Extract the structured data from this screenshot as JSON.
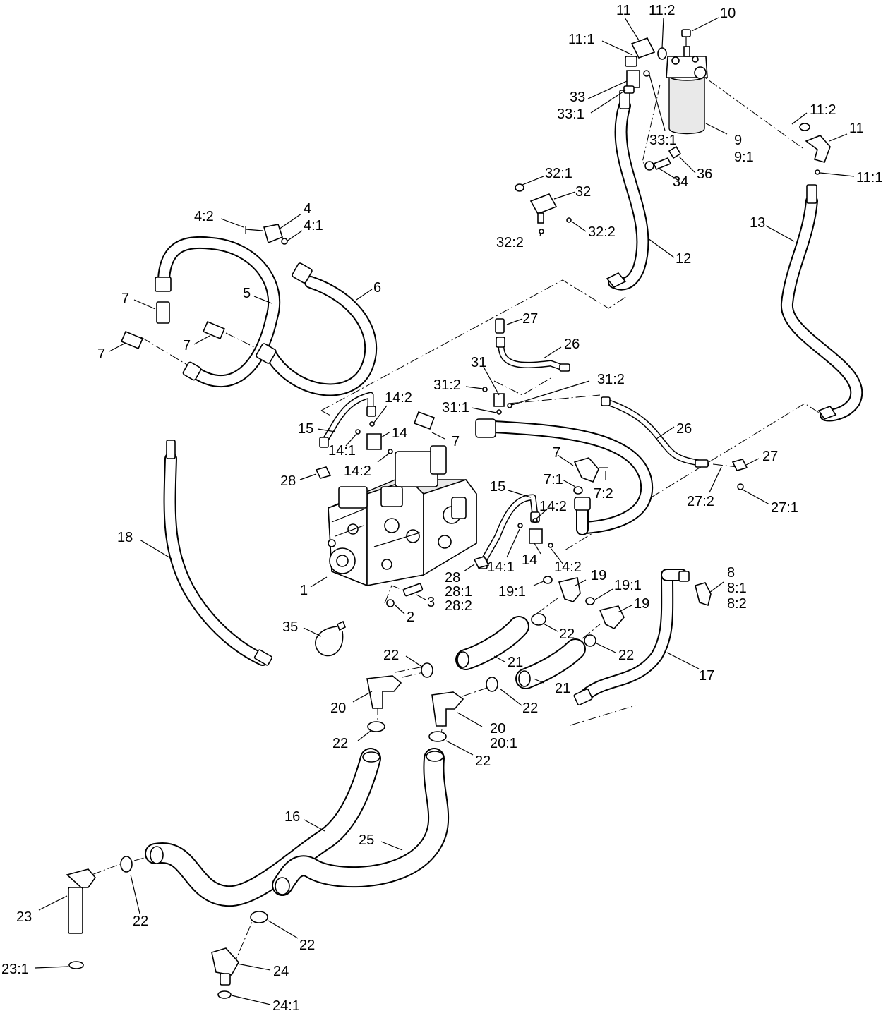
{
  "callouts": [
    {
      "id": "c-11a",
      "text": "11"
    },
    {
      "id": "c-11-2a",
      "text": "11:2"
    },
    {
      "id": "c-10",
      "text": "10"
    },
    {
      "id": "c-11-1a",
      "text": "11:1"
    },
    {
      "id": "c-33",
      "text": "33"
    },
    {
      "id": "c-33-1a",
      "text": "33:1"
    },
    {
      "id": "c-33-1b",
      "text": "33:1"
    },
    {
      "id": "c-9",
      "text": "9"
    },
    {
      "id": "c-9-1",
      "text": "9:1"
    },
    {
      "id": "c-11-2b",
      "text": "11:2"
    },
    {
      "id": "c-11b",
      "text": "11"
    },
    {
      "id": "c-11-1b",
      "text": "11:1"
    },
    {
      "id": "c-34",
      "text": "34"
    },
    {
      "id": "c-36",
      "text": "36"
    },
    {
      "id": "c-32-1",
      "text": "32:1"
    },
    {
      "id": "c-32",
      "text": "32"
    },
    {
      "id": "c-32-2a",
      "text": "32:2"
    },
    {
      "id": "c-32-2b",
      "text": "32:2"
    },
    {
      "id": "c-13",
      "text": "13"
    },
    {
      "id": "c-12",
      "text": "12"
    },
    {
      "id": "c-4-2",
      "text": "4:2"
    },
    {
      "id": "c-4",
      "text": "4"
    },
    {
      "id": "c-4-1",
      "text": "4:1"
    },
    {
      "id": "c-5",
      "text": "5"
    },
    {
      "id": "c-6",
      "text": "6"
    },
    {
      "id": "c-7a",
      "text": "7"
    },
    {
      "id": "c-7b",
      "text": "7"
    },
    {
      "id": "c-7c",
      "text": "7"
    },
    {
      "id": "c-27a",
      "text": "27"
    },
    {
      "id": "c-26a",
      "text": "26"
    },
    {
      "id": "c-31",
      "text": "31"
    },
    {
      "id": "c-31-2a",
      "text": "31:2"
    },
    {
      "id": "c-31-2b",
      "text": "31:2"
    },
    {
      "id": "c-31-1",
      "text": "31:1"
    },
    {
      "id": "c-14-2a",
      "text": "14:2"
    },
    {
      "id": "c-15a",
      "text": "15"
    },
    {
      "id": "c-14a",
      "text": "14"
    },
    {
      "id": "c-7d",
      "text": "7"
    },
    {
      "id": "c-14-1a",
      "text": "14:1"
    },
    {
      "id": "c-14-2b",
      "text": "14:2"
    },
    {
      "id": "c-26b",
      "text": "26"
    },
    {
      "id": "c-28a",
      "text": "28"
    },
    {
      "id": "c-7e",
      "text": "7"
    },
    {
      "id": "c-27b",
      "text": "27"
    },
    {
      "id": "c-7-1",
      "text": "7:1"
    },
    {
      "id": "c-7-2",
      "text": "7:2"
    },
    {
      "id": "c-27-2",
      "text": "27:2"
    },
    {
      "id": "c-27-1",
      "text": "27:1"
    },
    {
      "id": "c-15b",
      "text": "15"
    },
    {
      "id": "c-14-2c",
      "text": "14:2"
    },
    {
      "id": "c-18",
      "text": "18"
    },
    {
      "id": "c-14b",
      "text": "14"
    },
    {
      "id": "c-14-1b",
      "text": "14:1"
    },
    {
      "id": "c-14-2d",
      "text": "14:2"
    },
    {
      "id": "c-28b",
      "text": "28"
    },
    {
      "id": "c-28-1",
      "text": "28:1"
    },
    {
      "id": "c-28-2",
      "text": "28:2"
    },
    {
      "id": "c-1",
      "text": "1"
    },
    {
      "id": "c-3",
      "text": "3"
    },
    {
      "id": "c-2",
      "text": "2"
    },
    {
      "id": "c-19a",
      "text": "19"
    },
    {
      "id": "c-19-1a",
      "text": "19:1"
    },
    {
      "id": "c-8",
      "text": "8"
    },
    {
      "id": "c-8-1",
      "text": "8:1"
    },
    {
      "id": "c-8-2",
      "text": "8:2"
    },
    {
      "id": "c-19-1b",
      "text": "19:1"
    },
    {
      "id": "c-19b",
      "text": "19"
    },
    {
      "id": "c-35",
      "text": "35"
    },
    {
      "id": "c-22a",
      "text": "22"
    },
    {
      "id": "c-22b",
      "text": "22"
    },
    {
      "id": "c-22c",
      "text": "22"
    },
    {
      "id": "c-21a",
      "text": "21"
    },
    {
      "id": "c-21b",
      "text": "21"
    },
    {
      "id": "c-17",
      "text": "17"
    },
    {
      "id": "c-20a",
      "text": "20"
    },
    {
      "id": "c-22d",
      "text": "22"
    },
    {
      "id": "c-20b",
      "text": "20"
    },
    {
      "id": "c-20-1",
      "text": "20:1"
    },
    {
      "id": "c-22e",
      "text": "22"
    },
    {
      "id": "c-22f",
      "text": "22"
    },
    {
      "id": "c-16",
      "text": "16"
    },
    {
      "id": "c-25",
      "text": "25"
    },
    {
      "id": "c-23",
      "text": "23"
    },
    {
      "id": "c-22g",
      "text": "22"
    },
    {
      "id": "c-22h",
      "text": "22"
    },
    {
      "id": "c-24",
      "text": "24"
    },
    {
      "id": "c-23-1",
      "text": "23:1"
    },
    {
      "id": "c-24-1",
      "text": "24:1"
    }
  ]
}
